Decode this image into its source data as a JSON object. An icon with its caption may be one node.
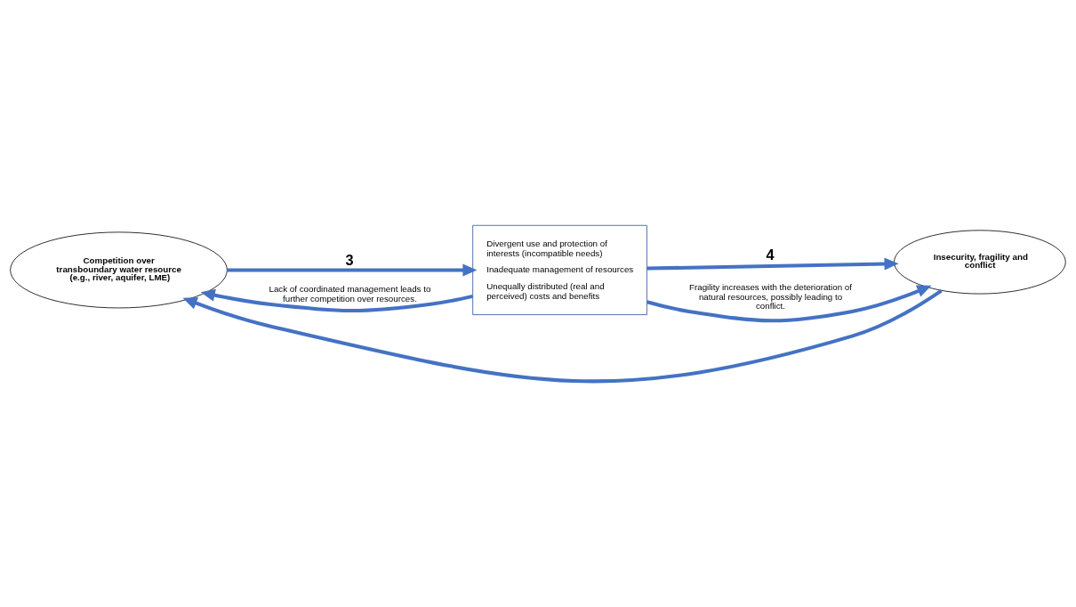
{
  "diagram": {
    "nodes": [
      {
        "text": [
          "Competition over transboundary water resource (e.g., river, aquifer, LME)"
        ]
      },
      {
        "text": [
          "Divergent use and protection of interests (incompatible needs)",
          "Inadequate management of resources",
          "Unequally distributed (real and perceived) costs and benefits"
        ]
      },
      {
        "text": [
          "Insecurity, fragility and conflict"
        ]
      }
    ],
    "edges": [
      {
        "from": 0,
        "to": 1,
        "arrow": "to",
        "label": "3"
      },
      {
        "from": 1,
        "to": 2,
        "arrow": "to",
        "label": "4"
      },
      {
        "from": 1,
        "to": 0,
        "arrow": "to",
        "label": "Lack of coordinated management leads to further competition over resources."
      },
      {
        "from": 1,
        "to": 2,
        "arrow": "to",
        "label": "Fragility increases with the deterioration of natural resources, possibly leading to conflict."
      },
      {
        "from": 2,
        "to": 0,
        "arrow": "to"
      }
    ]
  }
}
